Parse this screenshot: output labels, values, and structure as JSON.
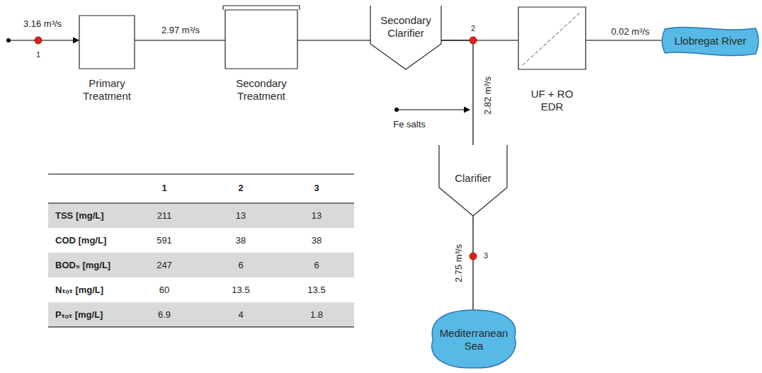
{
  "diagram": {
    "nodes": [
      {
        "text": [
          "Primary Treatment"
        ]
      },
      {
        "text": [
          "Secondary Treatment"
        ]
      },
      {
        "text": [
          "Secondary Clarifier"
        ]
      },
      {
        "text": [
          "UF + RO EDR"
        ]
      },
      {
        "text": [
          "Llobregat River"
        ]
      },
      {
        "text": [
          "Clarifier"
        ]
      },
      {
        "text": [
          "Mediterranean Sea"
        ]
      }
    ],
    "edges": [
      {
        "from": 0,
        "to": 1,
        "arrow": "none",
        "label": "2.97 m³/s"
      },
      {
        "from": 1,
        "to": 2,
        "arrow": "none"
      },
      {
        "from": 2,
        "to": 3,
        "arrow": "none"
      },
      {
        "from": 3,
        "to": 4,
        "arrow": "none",
        "label": "0.02 m³/s"
      },
      {
        "from": 2,
        "to": 5,
        "arrow": "none",
        "label": "2.82 m³/s"
      },
      {
        "from": 5,
        "to": 6,
        "arrow": "none",
        "label": "2.75 m³/s"
      }
    ],
    "labels": [
      "3.16 m³/s",
      "1",
      "2",
      "Fe salts",
      "3",
      "1",
      "2",
      "3",
      "TSS [mg/L]",
      "211",
      "13",
      "13",
      "COD [mg/L]",
      "591",
      "38",
      "38",
      "BOD₅ [mg/L]",
      "247",
      "6",
      "6",
      "Nₜₒₜ [mg/L]",
      "60",
      "13.5",
      "13.5",
      "Pₜₒₜ [mg/L]",
      "6.9",
      "4",
      "1.8"
    ]
  }
}
